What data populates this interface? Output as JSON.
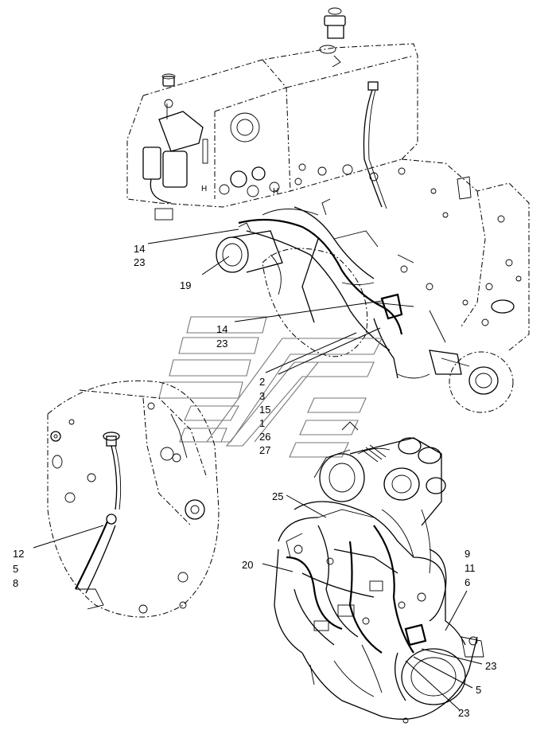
{
  "callouts": {
    "c14_top": "14",
    "c23_top": "23",
    "c19": "19",
    "c14_mid": "14",
    "c23_mid": "23",
    "c2": "2",
    "c3": "3",
    "c15": "15",
    "c1": "1",
    "c26": "26",
    "c27": "27",
    "c12": "12",
    "c5_left": "5",
    "c8": "8",
    "c25": "25",
    "c20": "20",
    "c9": "9",
    "c11": "11",
    "c6": "6",
    "c23_right": "23",
    "c5_right": "5",
    "c23_bottom": "23"
  },
  "icons": {
    "watermark": "stripe-logo-watermark"
  }
}
